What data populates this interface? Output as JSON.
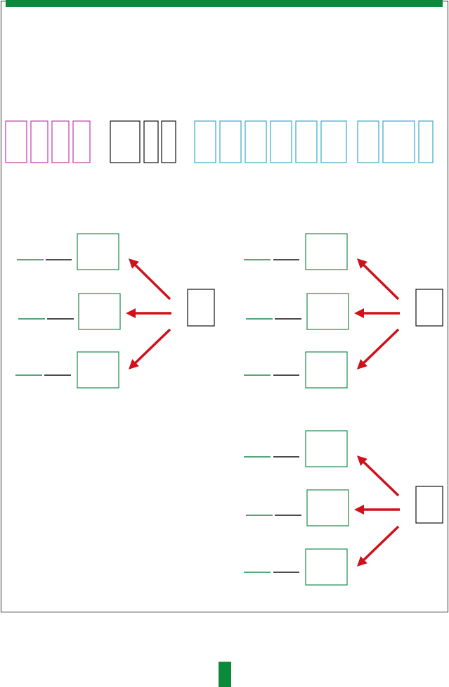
{
  "colors": {
    "header_bar": "#0b8a3c",
    "frame": "#333333",
    "magenta": "#c23aa8",
    "black": "#111111",
    "cyan": "#3aa8c8",
    "green": "#1e8a4a",
    "arrow_red": "#d0101a",
    "footer_mark": "#0b8a3c"
  },
  "letter_box_groups": [
    {
      "name": "magenta-boxes",
      "color_key": "magenta",
      "count": 4
    },
    {
      "name": "black-boxes",
      "color_key": "black",
      "count": 3
    },
    {
      "name": "cyan-boxes-a",
      "color_key": "cyan",
      "count": 6
    },
    {
      "name": "cyan-boxes-b",
      "color_key": "cyan",
      "count": 3
    }
  ],
  "word_trees": [
    {
      "name": "tree-top-left",
      "branches": 3,
      "blank_lines_per_branch": 2
    },
    {
      "name": "tree-top-right",
      "branches": 3,
      "blank_lines_per_branch": 2
    },
    {
      "name": "tree-bottom-right",
      "branches": 3,
      "blank_lines_per_branch": 2
    }
  ],
  "icons": {
    "arrow": "arrow-left-icon",
    "footer": "page-marker-icon"
  }
}
